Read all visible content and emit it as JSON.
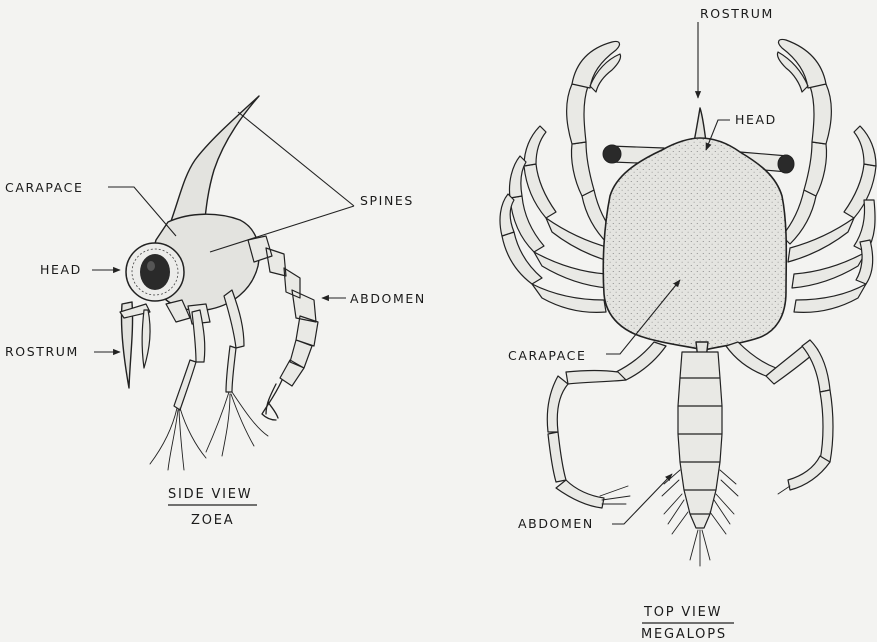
{
  "zoea": {
    "labels": {
      "carapace": "CARAPACE",
      "head": "HEAD",
      "rostrum": "ROSTRUM",
      "spines": "SPINES",
      "abdomen": "ABDOMEN"
    },
    "caption": {
      "view": "SIDE VIEW",
      "name": "ZOEA"
    }
  },
  "megalops": {
    "labels": {
      "rostrum": "ROSTRUM",
      "head": "HEAD",
      "carapace": "CARAPACE",
      "abdomen": "ABDOMEN"
    },
    "caption": {
      "view": "TOP VIEW",
      "name": "MEGALOPS"
    }
  },
  "colors": {
    "ink": "#222222",
    "background": "#f3f3f1",
    "body_shade": "#e3e3df"
  }
}
